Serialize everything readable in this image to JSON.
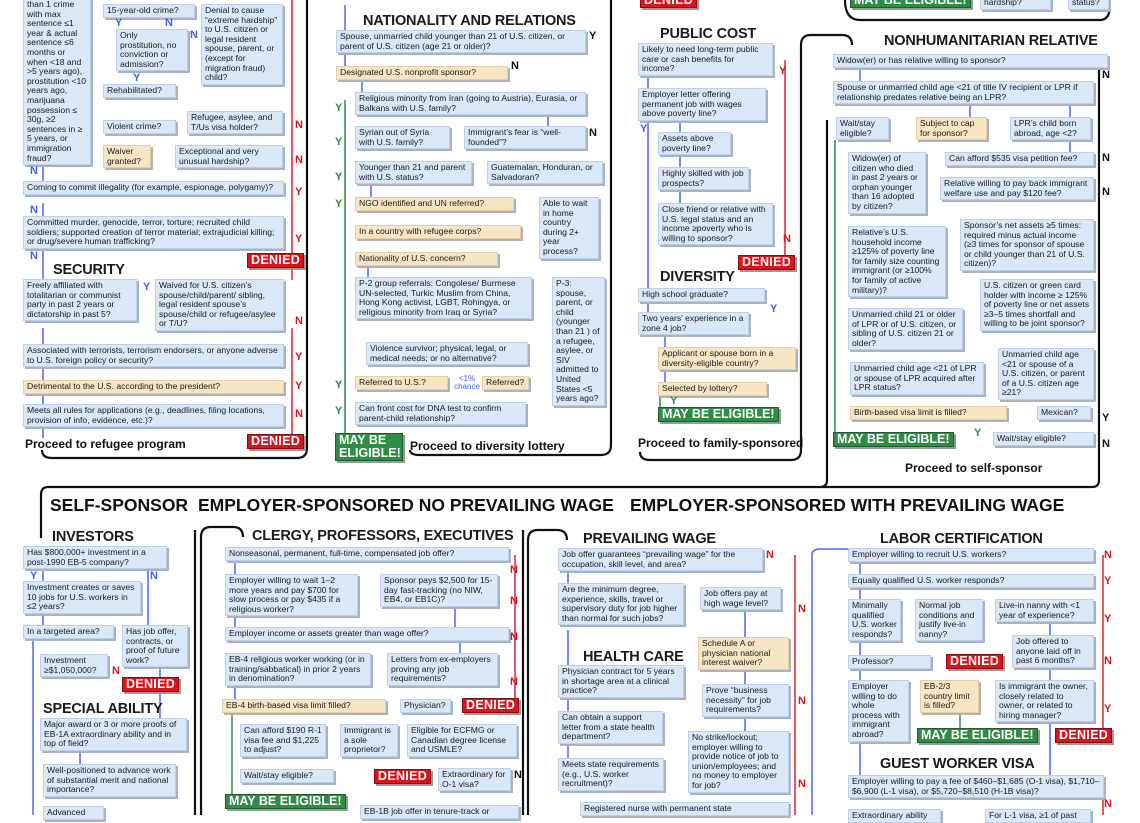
{
  "labels": {
    "yes": "Y",
    "no": "N",
    "denied": "DENIED",
    "eligible": "MAY BE ELIGIBLE!",
    "eligible_line1": "MAY BE",
    "eligible_line2": "ELIGIBLE!",
    "chance_pct": "<1%",
    "chance_word": "chance"
  },
  "section_titles": {
    "self_sponsor": "SELF-SPONSOR",
    "no_prevailing": "EMPLOYER-SPONSORED NO PREVAILING WAGE",
    "with_prevailing": "EMPLOYER-SPONSORED WITH PREVAILING WAGE"
  },
  "crime": {
    "crime_exceptions": "than 1 crime with max sentence ≤1 year & actual sentence ≤6 months or when <18 and >5 years ago), prostitution <10 years ago, marijuana possession ≤ 30g, ≥2 sentences in ≥ 5 years, or immigration fraud?",
    "fifteen_year": "15-year-old crime?",
    "only_prostitution": "Only prostitution, no conviction or admission?",
    "extreme_hardship": "Denial to cause “extreme hardship” to U.S. citizen or legal resident spouse, parent, or (except for migration fraud) child?",
    "rehabilitated": "Rehabilitated?",
    "refugee_holder": "Refugee, asylee, and T/Us visa holder?",
    "violent": "Violent crime?",
    "waiver": "Waiver granted?",
    "exceptional": "Exceptional and very unusual hardship?",
    "illegality": "Coming to commit illegality (for example, espionage, polygamy)?",
    "murder": "Committed murder, genocide, terror, torture; recruited child soldiers; supported creation of terror material; extrajudicial killing; or drug/severe human trafficking?"
  },
  "security": {
    "heading": "SECURITY",
    "affiliated": "Freely affiliated with totalitarian or communist party in past 2 years or dictatorship in past 5?",
    "waived": "Waived for U.S. citizen’s spouse/child/parent/ sibling, legal resident spouse’s spouse/child or refugee/asylee or T/U?",
    "terrorists": "Associated with terrorists, terrorism endorsers, or anyone adverse to U.S. foreign policy or security?",
    "detrimental": "Detrimental to the U.S. according to the president?",
    "rules": "Meets all rules for applications (e.g., deadlines, filing locations, provision of info, evidence, etc.)?",
    "proceed": "Proceed to refugee program"
  },
  "nationality": {
    "heading": "NATIONALITY AND RELATIONS",
    "spouse": "Spouse, unmarried child younger than 21 of U.S. citizen, or parent of U.S. citizen (age 21 or older)?",
    "nonprofit": "Designated U.S. nonprofit sponsor?",
    "religious": "Religious minority from Iran (going to Austria), Eurasia, or Balkans with U.S. family?",
    "syrian": "Syrian out of Syria with U.S. family?",
    "fear": "Immigrant’s fear is “well-founded”?",
    "younger21": "Younger than 21 and parent with U.S. status?",
    "guatemalan": "Guatemalan, Honduran, or Salvadoran?",
    "ngo": "NGO identified and UN referred?",
    "wait_home": "Able to wait in home country during 2+ year process?",
    "refugee_corps": "In a country with refugee corps?",
    "concern": "Nationality of U.S. concern?",
    "p2": "P-2 group referrals: Congolese/ Burmese UN-selected, Turkic Muslim from China, Hong Kong activist, LGBT, Rohingya, or religious minority from Iraq or Syria?",
    "p3": "P-3: spouse, parent, or child (younger than 21 ) of a refugee, asylee, or SIV admitted to United States <5 years ago?",
    "violence": "Violence survivor; physical, legal, or medical needs; or no alternative?",
    "referred_us": "Referred to U.S.?",
    "referred": "Referred?",
    "dna": "Can front cost for DNA test to confirm parent-child relationship?",
    "proceed": "Proceed to diversity lottery"
  },
  "public_cost": {
    "heading": "PUBLIC COST",
    "public_care": "Likely to need long-term public care or cash benefits for income?",
    "employer_letter": "Employer letter offering permanent job with wages above poverty line?",
    "assets": "Assets above poverty line?",
    "skilled": "Highly skilled with job prospects?",
    "friend": "Close friend or relative with U.S. legal status and an income ≥poverty who is willing to sponsor?"
  },
  "diversity": {
    "heading": "DIVERSITY",
    "high_school": "High school graduate?",
    "zone4": "Two years’ experience in a zone 4 job?",
    "born": "Applicant or spouse born in a diversity-eligible country?",
    "lottery": "Selected by lottery?",
    "proceed": "Proceed to family-sponsored"
  },
  "top_fragments": {
    "hardship": "hardship?",
    "status": "status?"
  },
  "relative": {
    "heading": "NONHUMANITARIAN RELATIVE",
    "widow_sponsor": "Widow(er) or has relative willing to sponsor?",
    "title_iv": "Spouse or unmarried child age <21 of title IV recipient or LPR if relationship predates relative being an LPR?",
    "wait_stay": "Wait/stay eligible?",
    "cap": "Subject to cap for sponsor?",
    "lpr_child": "LPR’s child born abroad, age <2?",
    "fee535": "Can afford $535 visa petition fee?",
    "widow_citizen": "Widow(er) of citizen who died in past 2 years or orphan younger than 16 adopted by citizen?",
    "payback": "Relative willing to pay back immigrant welfare use and pay $120 fee?",
    "household": "Relative’s U.S. household income ≥125% of poverty line for family size counting immigrant (or ≥100% for family of active military)?",
    "net_assets": "Sponsor’s net assets ≥5 times: required minus actual income (≥3 times for sponsor of spouse or child younger than 21 of U.S. citizen)?",
    "joint": "U.S. citizen or green card holder with income ≥ 125% of poverty line or net assets ≥3–5 times shortfall and willing to be joint sponsor?",
    "child21": "Unmarried child 21 or older of LPR or of U.S. citizen, or sibling of U.S. citizen 21 or older?",
    "child_lpr": "Unmarried child age <21 of LPR or spouse of LPR acquired after LPR status?",
    "child_citizen": "Unmarried child age <21 or spouse of a U.S. citizen, or parent of a U.S. citizen age ≥21?",
    "birth_limit": "Birth-based visa limit is filled?",
    "mexican": "Mexican?",
    "wait_stay2": "Wait/stay eligible?",
    "proceed": "Proceed to self-sponsor"
  },
  "investors": {
    "heading": "INVESTORS",
    "eb5": "Has $800,000+ investment in a post-1990 EB-5 company?",
    "jobs": "Investment creates or saves 10 jobs for U.S. workers in ≤2 years?",
    "targeted": "In a targeted area?",
    "job_offer": "Has job offer, contracts, or proof of future work?",
    "investment": "Investment ≥$1,050,000?"
  },
  "special": {
    "heading": "SPECIAL ABILITY",
    "award": "Major award or 3 or more proofs of EB-1A extraordinary ability and in top of field?",
    "positioned": "Well-positioned to advance work of substantial merit and national importance?",
    "advanced": "Advanced"
  },
  "clergy": {
    "heading": "CLERGY, PROFESSORS, EXECUTIVES",
    "nonseasonal": "Nonseasonal, permanent, full-time, compensated job offer?",
    "wait": "Employer willing to wait 1–2 more years and pay $700 for slow process or pay $435 if a religious worker?",
    "sponsor": "Sponsor pays $2,500 for 15-day fast-tracking (no NIW, EB4, or EB1C)?",
    "income": "Employer income or assets greater than wage offer?",
    "eb4": "EB-4 religious worker working (or in training/sabbatical) in prior 2 years in denomination?",
    "letters": "Letters from ex-employers proving any job requirements?",
    "eb4_limit": "EB-4 birth-based visa limit filled?",
    "physician": "Physician?",
    "r1": "Can afford $190 R-1 visa fee and $1,225 to adjust?",
    "sole": "Immigrant is a sole proprietor?",
    "ecfmg": "Eligible for ECFMG or Canadian degree license and USMLE?",
    "wait_stay": "Wait/stay eligible?",
    "o1": "Extraordinary for O-1 visa?",
    "eb1b": "EB-1B job offer in tenure-track or"
  },
  "prevailing": {
    "heading": "PREVAILING WAGE",
    "guarantees": "Job offer guarantees “prevailing wage” for the occupation, skill level, and area?",
    "minimum": "Are the minimum degree, experience, skills, travel or supervisory duty for job higher than normal for such jobs?",
    "high_wage": "Job offers pay at high wage level?",
    "schedule_a": "Schedule A or physician national interest waiver?"
  },
  "health": {
    "heading": "HEALTH CARE",
    "contract": "Physician contract for 5 years in shortage area at a clinical practice?",
    "business": "Prove “business necessity” for job requirements?",
    "support": "Can obtain a support letter from a state health department?",
    "strike": "No strike/lockout; employer willing to provide notice of job to union/employees; and no money to employer for job?",
    "state": "Meets state requirements (e.g., U.S. worker recruitment)?",
    "nurse": "Registered nurse with permanent state"
  },
  "labor": {
    "heading": "LABOR CERTIFICATION",
    "recruit": "Employer willing to recruit U.S. workers?",
    "equally": "Equally qualified U.S. worker responds?",
    "minimally": "Minimally qualified U.S. worker responds?",
    "normal": "Normal job conditions and justify live-in nanny?",
    "nanny": "Live-in nanny with <1 year of experience?",
    "professor": "Professor?",
    "laid_off": "Job offered to anyone laid off in past 6 months?",
    "abroad": "Employer willing to do whole process with immigrant abroad?",
    "eb23": "EB-2/3 country limit is filled?",
    "owner": "Is immigrant the owner, closely related to owner, or related to hiring manager?"
  },
  "guest": {
    "heading": "GUEST WORKER VISA",
    "fee": "Employer willing to pay a fee of $460–$1,685 (O-1 visa), $1,710–$6,900 (L-1 visa), or $5,720–$8,510 (H-1B visa)?",
    "extraordinary": "Extraordinary ability",
    "l1": "For L-1 visa, ≥1 of past"
  },
  "colors": {
    "question": "#dbe8f9",
    "condition": "#f8e5c3",
    "denied": "#d8141c",
    "eligible": "#2e8d45",
    "yes_arrow": "#3f5ff0",
    "no_arrow": "#d8141c"
  }
}
